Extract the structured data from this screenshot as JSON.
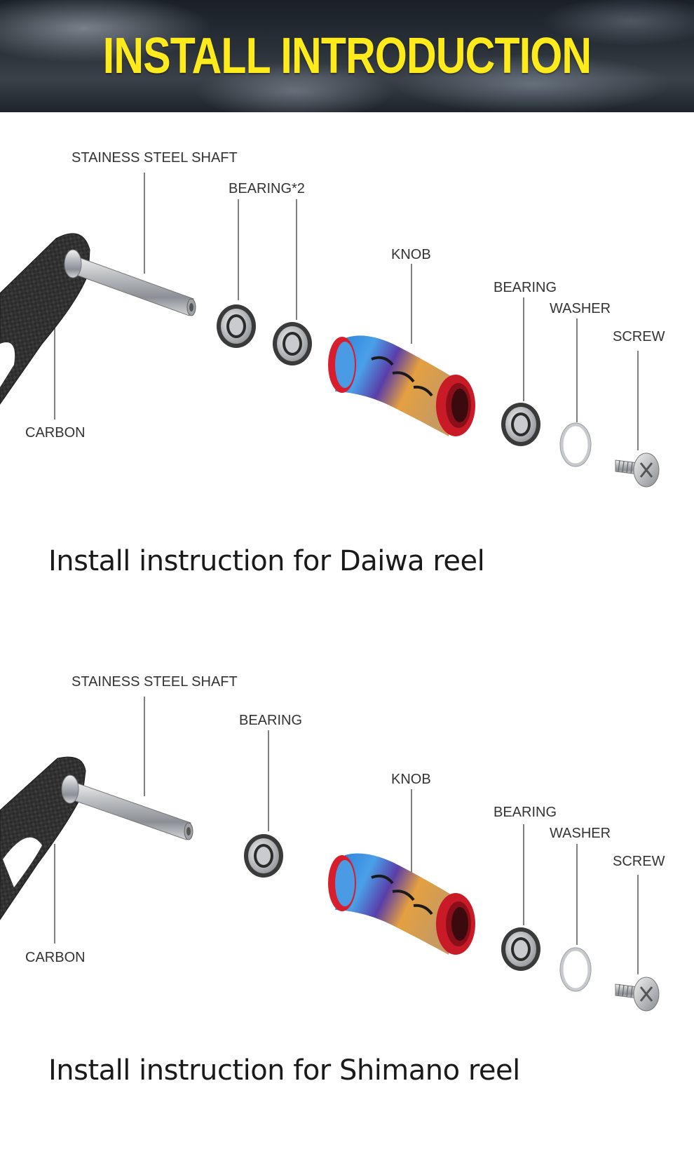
{
  "banner": {
    "title": "INSTALL INTRODUCTION"
  },
  "daiwa": {
    "labels": {
      "shaft": "STAINESS STEEL SHAFT",
      "bearing_pair": "BEARING*2",
      "knob": "KNOB",
      "bearing": "BEARING",
      "washer": "WASHER",
      "screw": "SCREW",
      "carbon": "CARBON"
    },
    "caption": "Install instruction for Daiwa  reel"
  },
  "shimano": {
    "labels": {
      "shaft": "STAINESS STEEL SHAFT",
      "bearing_single": "BEARING",
      "knob": "KNOB",
      "bearing": "BEARING",
      "washer": "WASHER",
      "screw": "SCREW",
      "carbon": "CARBON"
    },
    "caption": "Install instruction for Shimano reel"
  },
  "colors": {
    "banner_title": "#ffeb1c",
    "knob_red": "#d81e2c",
    "knob_blue": "#2f86d6"
  }
}
